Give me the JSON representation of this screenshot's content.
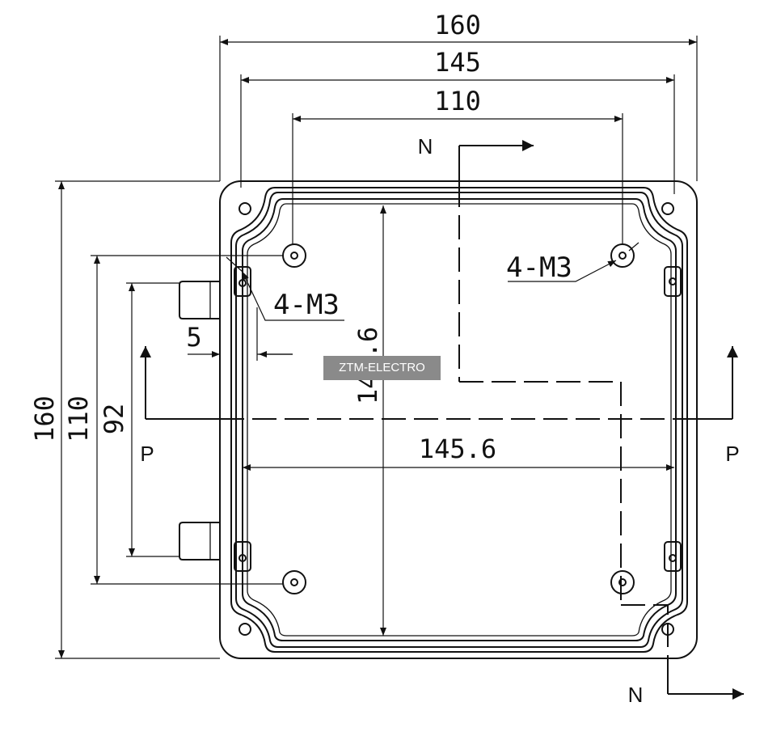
{
  "dimensions": {
    "top_overall": "160",
    "top_mid": "145",
    "top_inner": "110",
    "left_overall": "160",
    "left_mid": "110",
    "left_inner": "92",
    "inner_width": "145.6",
    "inner_height": "144.6",
    "flange_offset": "5"
  },
  "callouts": {
    "m3_left": "4-M3",
    "m3_right": "4-M3"
  },
  "section_marks": {
    "n_top": "N",
    "n_bottom": "N",
    "p_left": "P",
    "p_right": "P"
  },
  "watermark": "ZTM-ELECTRO"
}
